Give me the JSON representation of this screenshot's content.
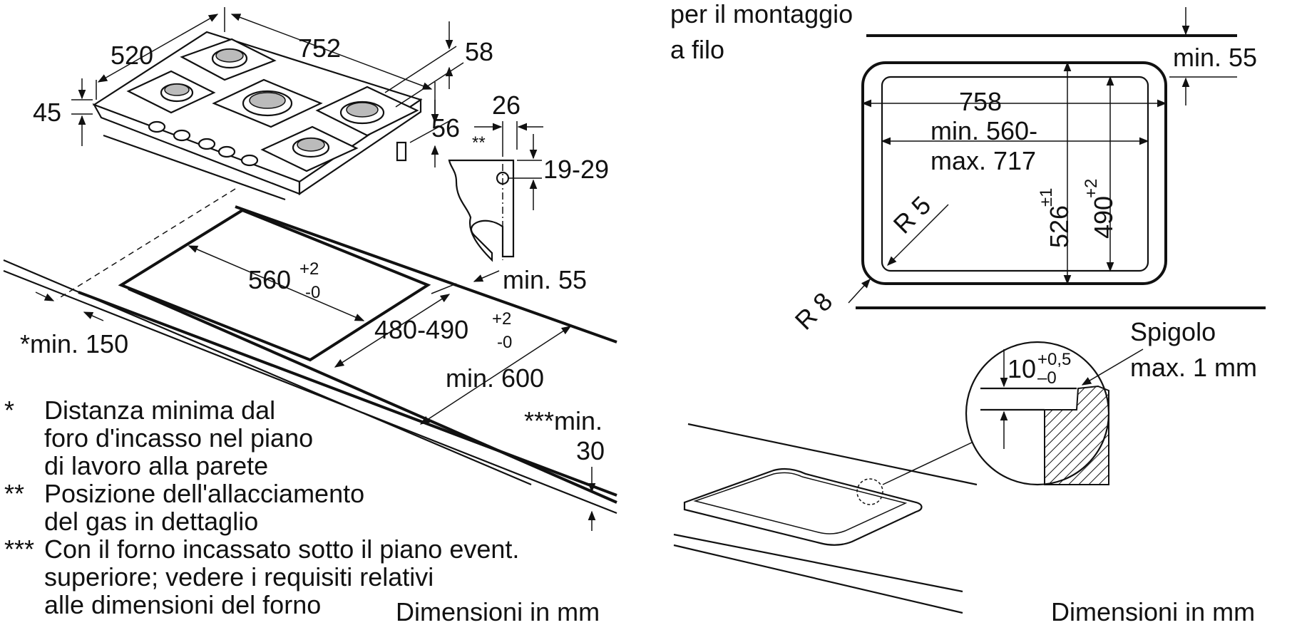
{
  "left_figure": {
    "dim_520": "520",
    "dim_752": "752",
    "dim_58": "58",
    "dim_45": "45",
    "dim_26": "26",
    "dim_56": "56",
    "dim_stars": "**",
    "dim_19_29": "19-29",
    "dim_min55": "min. 55",
    "dim_560_base": "560",
    "dim_560_sup": "+2",
    "dim_560_sub": "-0",
    "dim_480_base": "480-490",
    "dim_480_sup": "+2",
    "dim_480_sub": "-0",
    "dim_min600": "min. 600",
    "dim_min150": "*min. 150",
    "dim_min30_a": "***min.",
    "dim_min30_b": "30"
  },
  "notes": [
    {
      "marker": "*",
      "lines": [
        "Distanza minima dal",
        "foro d'incasso nel piano",
        "di lavoro alla parete"
      ]
    },
    {
      "marker": "**",
      "lines": [
        "Posizione dell'allacciamento",
        "del gas in dettaglio"
      ]
    },
    {
      "marker": "***",
      "lines": [
        "Con il forno incassato sotto il piano event.",
        "superiore; vedere i requisiti relativi",
        "alle dimensioni del forno"
      ]
    }
  ],
  "units_left": "Dimensioni in mm",
  "right_figure": {
    "flush_line1": "per il montaggio",
    "flush_line2": "a filo",
    "dim_min55": "min. 55",
    "dim_758": "758",
    "dim_560_717_a": "min. 560-",
    "dim_560_717_b": "max. 717",
    "dim_r5": "R 5",
    "dim_r8": "R 8",
    "dim_526_base": "526",
    "dim_526_sup": "±1",
    "dim_490_base": "490",
    "dim_490_sup": "+2",
    "detail_spigolo_1": "Spigolo",
    "detail_spigolo_2": "max. 1 mm",
    "detail_10_base": "10",
    "detail_10_sup": "+0,5",
    "detail_10_sub": "–0"
  },
  "units_right": "Dimensioni in mm"
}
